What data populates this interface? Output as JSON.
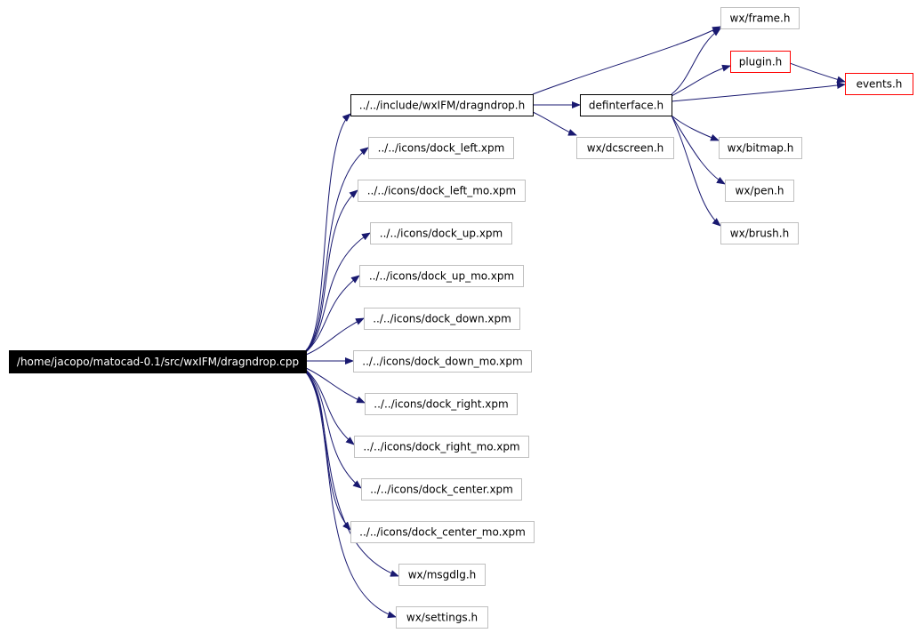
{
  "colors": {
    "edge": "#191970",
    "root_fill": "#000000",
    "root_text": "#ffffff",
    "normal_border": "#000000",
    "external_border": "#bfbfbf",
    "highlight_border": "#ff0000",
    "text": "#000000",
    "background": "#ffffff"
  },
  "nodes": [
    {
      "id": "root",
      "label": "/home/jacopo/matocad-0.1/src/wxIFM/dragndrop.cpp",
      "style": "root"
    },
    {
      "id": "dragndrop_h",
      "label": "../../include/wxIFM/dragndrop.h",
      "style": "normal"
    },
    {
      "id": "dock_left",
      "label": "../../icons/dock_left.xpm",
      "style": "external"
    },
    {
      "id": "dock_left_mo",
      "label": "../../icons/dock_left_mo.xpm",
      "style": "external"
    },
    {
      "id": "dock_up",
      "label": "../../icons/dock_up.xpm",
      "style": "external"
    },
    {
      "id": "dock_up_mo",
      "label": "../../icons/dock_up_mo.xpm",
      "style": "external"
    },
    {
      "id": "dock_down",
      "label": "../../icons/dock_down.xpm",
      "style": "external"
    },
    {
      "id": "dock_down_mo",
      "label": "../../icons/dock_down_mo.xpm",
      "style": "external"
    },
    {
      "id": "dock_right",
      "label": "../../icons/dock_right.xpm",
      "style": "external"
    },
    {
      "id": "dock_right_mo",
      "label": "../../icons/dock_right_mo.xpm",
      "style": "external"
    },
    {
      "id": "dock_center",
      "label": "../../icons/dock_center.xpm",
      "style": "external"
    },
    {
      "id": "dock_center_mo",
      "label": "../../icons/dock_center_mo.xpm",
      "style": "external"
    },
    {
      "id": "msgdlg",
      "label": "wx/msgdlg.h",
      "style": "external"
    },
    {
      "id": "settings",
      "label": "wx/settings.h",
      "style": "external"
    },
    {
      "id": "definterface",
      "label": "definterface.h",
      "style": "normal"
    },
    {
      "id": "dcscreen",
      "label": "wx/dcscreen.h",
      "style": "external"
    },
    {
      "id": "frame",
      "label": "wx/frame.h",
      "style": "external"
    },
    {
      "id": "plugin",
      "label": "plugin.h",
      "style": "highlight"
    },
    {
      "id": "events",
      "label": "events.h",
      "style": "highlight"
    },
    {
      "id": "bitmap",
      "label": "wx/bitmap.h",
      "style": "external"
    },
    {
      "id": "pen",
      "label": "wx/pen.h",
      "style": "external"
    },
    {
      "id": "brush",
      "label": "wx/brush.h",
      "style": "external"
    }
  ],
  "edges": [
    [
      "root",
      "dragndrop_h"
    ],
    [
      "root",
      "dock_left"
    ],
    [
      "root",
      "dock_left_mo"
    ],
    [
      "root",
      "dock_up"
    ],
    [
      "root",
      "dock_up_mo"
    ],
    [
      "root",
      "dock_down"
    ],
    [
      "root",
      "dock_down_mo"
    ],
    [
      "root",
      "dock_right"
    ],
    [
      "root",
      "dock_right_mo"
    ],
    [
      "root",
      "dock_center"
    ],
    [
      "root",
      "dock_center_mo"
    ],
    [
      "root",
      "msgdlg"
    ],
    [
      "root",
      "settings"
    ],
    [
      "dragndrop_h",
      "definterface"
    ],
    [
      "dragndrop_h",
      "dcscreen"
    ],
    [
      "dragndrop_h",
      "frame"
    ],
    [
      "definterface",
      "frame"
    ],
    [
      "definterface",
      "plugin"
    ],
    [
      "definterface",
      "events"
    ],
    [
      "plugin",
      "events"
    ],
    [
      "definterface",
      "bitmap"
    ],
    [
      "definterface",
      "pen"
    ],
    [
      "definterface",
      "brush"
    ]
  ]
}
